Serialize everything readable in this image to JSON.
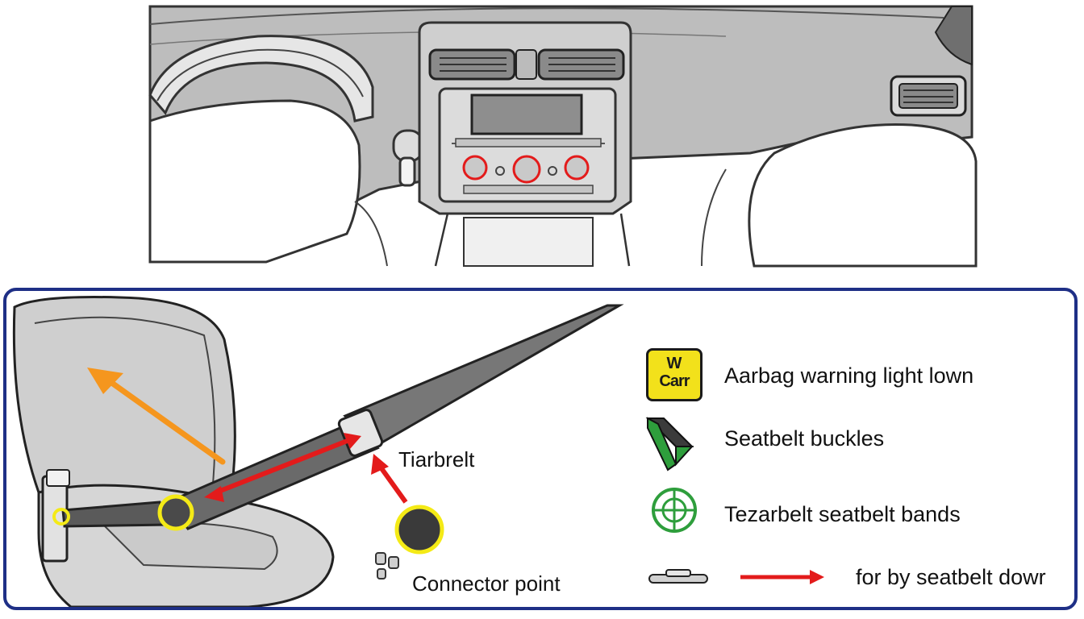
{
  "colors": {
    "frame": "#1e2f86",
    "accent_red": "#e31b1b",
    "accent_orange": "#f5961e",
    "highlight_yellow": "#f4ea16",
    "buckle_green": "#2e9e3c",
    "badge_yellow": "#f2e11b"
  },
  "callouts": {
    "belt_label": "Tiarbrelt",
    "connector_label": "Connector point"
  },
  "legend": {
    "items": [
      {
        "icon": "warning-light-icon",
        "badge_line1": "W",
        "badge_line2": "Carr",
        "label": "Aarbag warning light lown"
      },
      {
        "icon": "buckle-icon",
        "label": "Seatbelt buckles"
      },
      {
        "icon": "crosshair-icon",
        "label": "Tezarbelt seatbelt bands"
      },
      {
        "icon": "belt-strap-icon",
        "icon2": "red-arrow-icon",
        "label": "for by seatbelt dowr"
      }
    ]
  }
}
